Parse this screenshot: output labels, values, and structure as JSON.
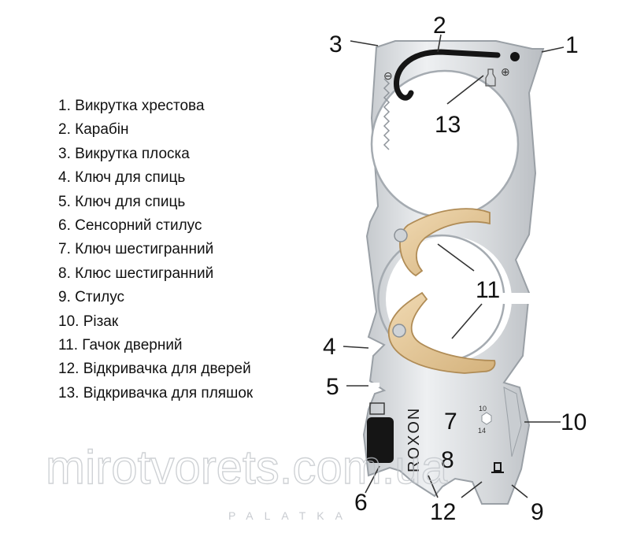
{
  "legend": [
    {
      "num": "1.",
      "label": "Викрутка хрестова"
    },
    {
      "num": "2.",
      "label": "Карабін"
    },
    {
      "num": "3.",
      "label": "Викрутка плоска"
    },
    {
      "num": "4.",
      "label": "Ключ для спиць"
    },
    {
      "num": "5.",
      "label": "Ключ для спиць"
    },
    {
      "num": "6.",
      "label": "Сенсорний стилус"
    },
    {
      "num": "7.",
      "label": "Ключ шестигранний"
    },
    {
      "num": "8.",
      "label": "Клюс шестигранний"
    },
    {
      "num": "9.",
      "label": "Стилус"
    },
    {
      "num": "10.",
      "label": "Різак"
    },
    {
      "num": "11.",
      "label": "Гачок дверний"
    },
    {
      "num": "12.",
      "label": "Відкривачка для дверей"
    },
    {
      "num": "13.",
      "label": "Відкривачка для пляшок"
    }
  ],
  "callouts": {
    "c1": "1",
    "c2": "2",
    "c3": "3",
    "c4": "4",
    "c5": "5",
    "c6": "6",
    "c7": "7",
    "c8": "8",
    "c9": "9",
    "c10": "10",
    "c11": "11",
    "c12": "12",
    "c13": "13"
  },
  "tool": {
    "brand": "ROXON",
    "size_a": "10",
    "size_b": "14",
    "minus": "⊖",
    "plus": "⊕"
  },
  "watermark": {
    "site": "mirotvorets.com.ua",
    "sub": "PALATKA"
  },
  "colors": {
    "steel": "#d9dcdf",
    "steel_edge": "#9aa0a6",
    "brass": "#e3c79a",
    "brass_edge": "#b08c56",
    "black": "#151515"
  }
}
